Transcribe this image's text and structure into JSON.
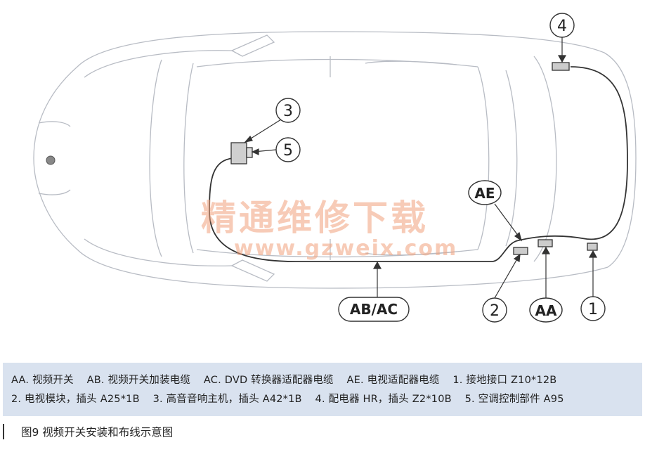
{
  "callouts": {
    "c1": "1",
    "c2": "2",
    "c3": "3",
    "c4": "4",
    "c5": "5",
    "aa": "AA",
    "ae": "AE",
    "abac": "AB/AC"
  },
  "legend": {
    "line1": [
      "AA. 视频开关",
      "AB. 视频开关加装电缆",
      "AC. DVD 转换器适配器电缆",
      "AE. 电视适配器电缆",
      "1. 接地接口 Z10*12B"
    ],
    "line2": [
      "2. 电视模块，插头 A25*1B",
      "3. 高音音响主机，插头 A42*1B",
      "4. 配电器 HR，插头 Z2*10B",
      "5. 空调控制部件 A95"
    ]
  },
  "caption": "图9  视频开关安装和布线示意图",
  "watermark": {
    "chinese": "精通维修下载",
    "url": "www.gzweix.com"
  }
}
